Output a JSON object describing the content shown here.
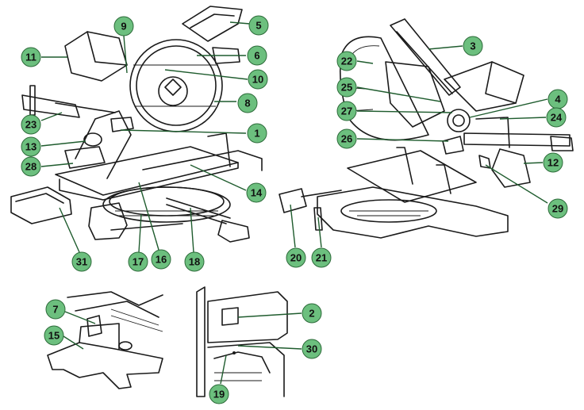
{
  "colors": {
    "callout_fill": "#6cbf7e",
    "callout_stroke": "#2d6b3a",
    "leader": "#1f5c2e",
    "line_art": "#1a1a1a"
  },
  "callouts": [
    "1",
    "2",
    "3",
    "4",
    "5",
    "6",
    "7",
    "8",
    "9",
    "10",
    "11",
    "12",
    "13",
    "14",
    "15",
    "16",
    "17",
    "18",
    "19",
    "20",
    "21",
    "22",
    "23",
    "24",
    "25",
    "26",
    "27",
    "28",
    "29",
    "30",
    "31"
  ]
}
